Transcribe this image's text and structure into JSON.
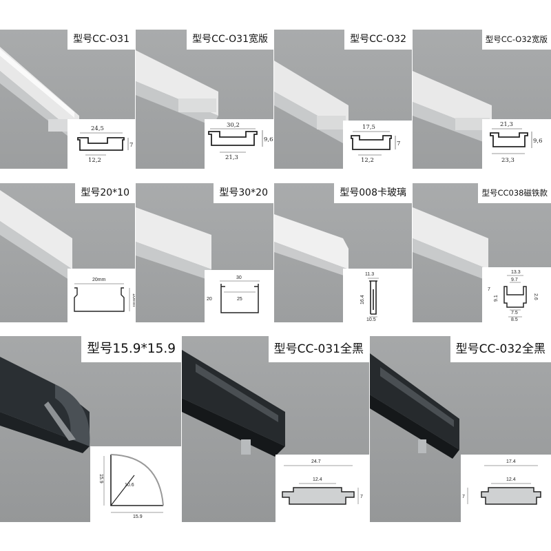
{
  "products": [
    {
      "label": "型号CC-O31",
      "dims": [
        "24,5",
        "7",
        "12,2"
      ]
    },
    {
      "label": "型号CC-O31宽版",
      "dims": [
        "30,2",
        "9,6",
        "21,3"
      ]
    },
    {
      "label": "型号CC-O32",
      "dims": [
        "17,5",
        "7",
        "12,2"
      ]
    },
    {
      "label": "型号CC-O32宽版",
      "dims": [
        "21,3",
        "9,6",
        "23,3"
      ]
    },
    {
      "label": "型号20*10",
      "dims": [
        "20mm",
        "10mm"
      ]
    },
    {
      "label": "型号30*20",
      "dims": [
        "30",
        "25",
        "20"
      ]
    },
    {
      "label": "型号008卡玻璃",
      "dims": [
        "11.3",
        "16.4",
        "10.5"
      ]
    },
    {
      "label": "型号CC038磁铁款",
      "dims": [
        "13.3",
        "9.7",
        "7",
        "9.1",
        "2.6",
        "7.5",
        "8.5"
      ]
    },
    {
      "label": "型号15.9*15.9",
      "dims": [
        "15.9",
        "10.6",
        "15.9"
      ]
    },
    {
      "label": "型号CC-031全黑",
      "dims": [
        "24.7",
        "12.4",
        "7"
      ]
    },
    {
      "label": "型号CC-032全黑",
      "dims": [
        "17.4",
        "12.4",
        "7"
      ]
    }
  ]
}
